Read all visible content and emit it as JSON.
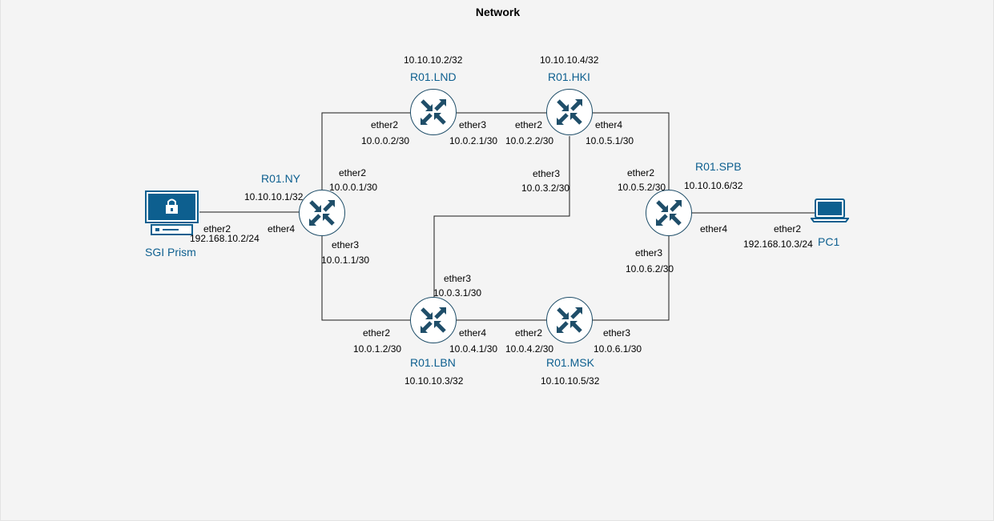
{
  "title": "Network",
  "colors": {
    "background": "#f4f4f4",
    "device": "#0d5f8f",
    "device_dark": "#1f4e69",
    "label": "#0d5f8f",
    "link": "#1a1a1a"
  },
  "icons": {
    "router": "router-icon",
    "server": "server-lock-icon",
    "laptop": "laptop-icon"
  },
  "routers": {
    "ny": {
      "name": "R01.NY",
      "loopback": "10.10.10.1/32"
    },
    "lnd": {
      "name": "R01.LND",
      "loopback": "10.10.10.2/32"
    },
    "hki": {
      "name": "R01.HKI",
      "loopback": "10.10.10.4/32"
    },
    "spb": {
      "name": "R01.SPB",
      "loopback": "10.10.10.6/32"
    },
    "lbn": {
      "name": "R01.LBN",
      "loopback": "10.10.10.3/32"
    },
    "msk": {
      "name": "R01.MSK",
      "loopback": "10.10.10.5/32"
    }
  },
  "hosts": {
    "sgi": {
      "name": "SGI Prism"
    },
    "pc1": {
      "name": "PC1"
    }
  },
  "interfaces": {
    "lnd_e2": {
      "port": "ether2",
      "ip": "10.0.0.2/30"
    },
    "lnd_e3": {
      "port": "ether3",
      "ip": "10.0.2.1/30"
    },
    "hki_e2": {
      "port": "ether2",
      "ip": "10.0.2.2/30"
    },
    "hki_e4": {
      "port": "ether4",
      "ip": "10.0.5.1/30"
    },
    "hki_e3": {
      "port": "ether3",
      "ip": "10.0.3.2/30"
    },
    "ny_e2": {
      "port": "ether2",
      "ip": "10.0.0.1/30"
    },
    "ny_e4": {
      "port": "ether4"
    },
    "ny_e3": {
      "port": "ether3",
      "ip": "10.0.1.1/30"
    },
    "sgi_e2": {
      "port": "ether2",
      "ip": "192.168.10.2/24"
    },
    "spb_e2": {
      "port": "ether2",
      "ip": "10.0.5.2/30"
    },
    "spb_e4": {
      "port": "ether4"
    },
    "spb_e3": {
      "port": "ether3",
      "ip": "10.0.6.2/30"
    },
    "pc1_e2": {
      "port": "ether2",
      "ip": "192.168.10.3/24"
    },
    "lbn_e3": {
      "port": "ether3",
      "ip": "10.0.3.1/30"
    },
    "lbn_e2": {
      "port": "ether2",
      "ip": "10.0.1.2/30"
    },
    "lbn_e4": {
      "port": "ether4",
      "ip": "10.0.4.1/30"
    },
    "msk_e2": {
      "port": "ether2",
      "ip": "10.0.4.2/30"
    },
    "msk_e3": {
      "port": "ether3",
      "ip": "10.0.6.1/30"
    }
  }
}
